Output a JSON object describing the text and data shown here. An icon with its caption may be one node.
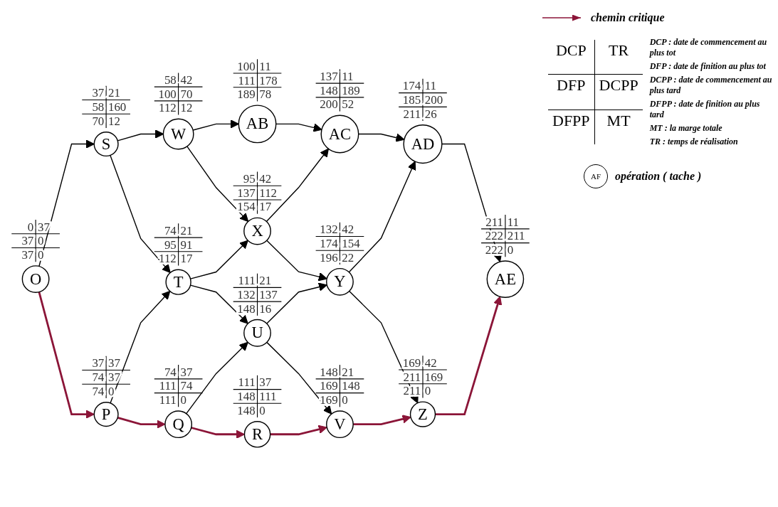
{
  "diagram": {
    "nodes": [
      {
        "text": [
          "O"
        ],
        "beside": [
          "0",
          "37",
          "37",
          "0",
          "37",
          "0"
        ]
      },
      {
        "text": [
          "S"
        ],
        "beside": [
          "37",
          "21",
          "58",
          "160",
          "70",
          "12"
        ]
      },
      {
        "text": [
          "W"
        ],
        "beside": [
          "58",
          "42",
          "100",
          "70",
          "112",
          "12"
        ]
      },
      {
        "text": [
          "AB"
        ],
        "beside": [
          "100",
          "11",
          "111",
          "178",
          "189",
          "78"
        ]
      },
      {
        "text": [
          "P"
        ],
        "beside": [
          "37",
          "37",
          "74",
          "37",
          "74",
          "0"
        ]
      },
      {
        "text": [
          "T"
        ],
        "beside": [
          "74",
          "21",
          "95",
          "91",
          "112",
          "17"
        ]
      },
      {
        "text": [
          "X"
        ],
        "beside": [
          "95",
          "42",
          "137",
          "112",
          "154",
          "17"
        ]
      },
      {
        "text": [
          "AC"
        ],
        "beside": [
          "137",
          "11",
          "148",
          "189",
          "200",
          "52"
        ]
      },
      {
        "text": [
          "Q"
        ],
        "beside": [
          "74",
          "37",
          "111",
          "74",
          "111",
          "0"
        ]
      },
      {
        "text": [
          "U"
        ],
        "beside": [
          "111",
          "21",
          "132",
          "137",
          "148",
          "16"
        ]
      },
      {
        "text": [
          "Y"
        ],
        "beside": [
          "132",
          "42",
          "174",
          "154",
          "196",
          "22"
        ]
      },
      {
        "text": [
          "AD"
        ],
        "beside": [
          "174",
          "11",
          "185",
          "200",
          "211",
          "26"
        ]
      },
      {
        "text": [
          "R"
        ],
        "beside": [
          "111",
          "37",
          "148",
          "111",
          "148",
          "0"
        ]
      },
      {
        "text": [
          "V"
        ],
        "beside": [
          "148",
          "21",
          "169",
          "148",
          "169",
          "0"
        ]
      },
      {
        "text": [
          "Z"
        ],
        "beside": [
          "169",
          "42",
          "211",
          "169",
          "211",
          "0"
        ]
      },
      {
        "text": [
          "AE"
        ],
        "beside": [
          "211",
          "11",
          "222",
          "211",
          "222",
          "0"
        ]
      }
    ],
    "edges": [
      {
        "from": 0,
        "to": 1,
        "arrow": "to"
      },
      {
        "from": 1,
        "to": 2,
        "arrow": "to"
      },
      {
        "from": 2,
        "to": 3,
        "arrow": "to"
      },
      {
        "from": 0,
        "to": 4,
        "arrow": "to",
        "color": "#8b1538"
      },
      {
        "from": 1,
        "to": 5,
        "arrow": "to"
      },
      {
        "from": 2,
        "to": 6,
        "arrow": "to"
      },
      {
        "from": 3,
        "to": 7,
        "arrow": "to"
      },
      {
        "from": 4,
        "to": 5,
        "arrow": "to"
      },
      {
        "from": 5,
        "to": 6,
        "arrow": "to"
      },
      {
        "from": 6,
        "to": 7,
        "arrow": "to"
      },
      {
        "from": 4,
        "to": 8,
        "arrow": "to",
        "color": "#8b1538"
      },
      {
        "from": 5,
        "to": 9,
        "arrow": "to"
      },
      {
        "from": 6,
        "to": 10,
        "arrow": "to"
      },
      {
        "from": 7,
        "to": 11,
        "arrow": "to"
      },
      {
        "from": 8,
        "to": 9,
        "arrow": "to"
      },
      {
        "from": 9,
        "to": 10,
        "arrow": "to"
      },
      {
        "from": 10,
        "to": 11,
        "arrow": "to"
      },
      {
        "from": 8,
        "to": 12,
        "arrow": "to",
        "color": "#8b1538"
      },
      {
        "from": 9,
        "to": 13,
        "arrow": "to"
      },
      {
        "from": 10,
        "to": 14,
        "arrow": "to"
      },
      {
        "from": 11,
        "to": 15,
        "arrow": "to"
      },
      {
        "from": 12,
        "to": 13,
        "arrow": "to",
        "color": "#8b1538"
      },
      {
        "from": 13,
        "to": 14,
        "arrow": "to",
        "color": "#8b1538"
      },
      {
        "from": 14,
        "to": 15,
        "arrow": "to",
        "color": "#8b1538"
      }
    ],
    "labels": [
      "DCP",
      "TR",
      "DFP",
      "DCPP",
      "DFPP",
      "MT",
      "DCP : date de commencement au plus tot",
      "DFP : date de finition au plus tot",
      "DCPP : date de commencement au plus tard",
      "DFPP : date de finition au plus tard",
      "MT : la marge totale",
      "TR : temps de réalisation",
      "AF"
    ],
    "legend": [
      {
        "text": "chemin critique"
      },
      {
        "text": "opération ( tache )"
      }
    ]
  }
}
